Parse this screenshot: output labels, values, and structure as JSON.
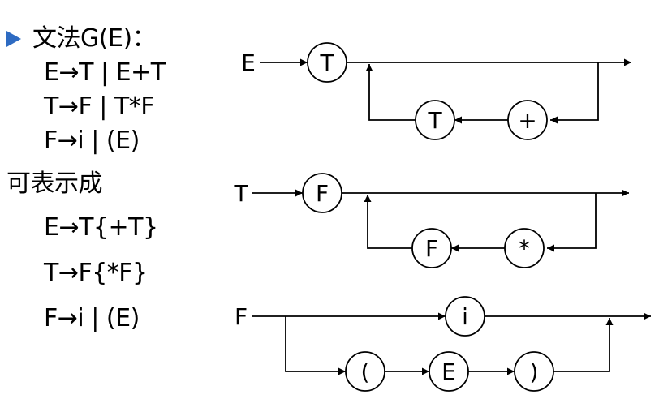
{
  "left_panel": {
    "heading": "文法G(E)：",
    "grammar_rules": [
      "E→T | E+T",
      "T→F | T*F",
      "F→i | (E)"
    ],
    "subheading": "可表示成",
    "ebnf_rules": [
      "E→T{+T}",
      "T→F{*F}",
      "F→i | (E)"
    ]
  },
  "diagrams": {
    "E": {
      "label": "E",
      "main_node": "T",
      "loop_nodes": [
        "T",
        "+"
      ]
    },
    "T": {
      "label": "T",
      "main_node": "F",
      "loop_nodes": [
        "F",
        "*"
      ]
    },
    "F": {
      "label": "F",
      "top_node": "i",
      "bottom_nodes": [
        "(",
        "E",
        ")"
      ]
    }
  },
  "colors": {
    "bullet": "#2e6bc2",
    "ink": "#000000"
  }
}
